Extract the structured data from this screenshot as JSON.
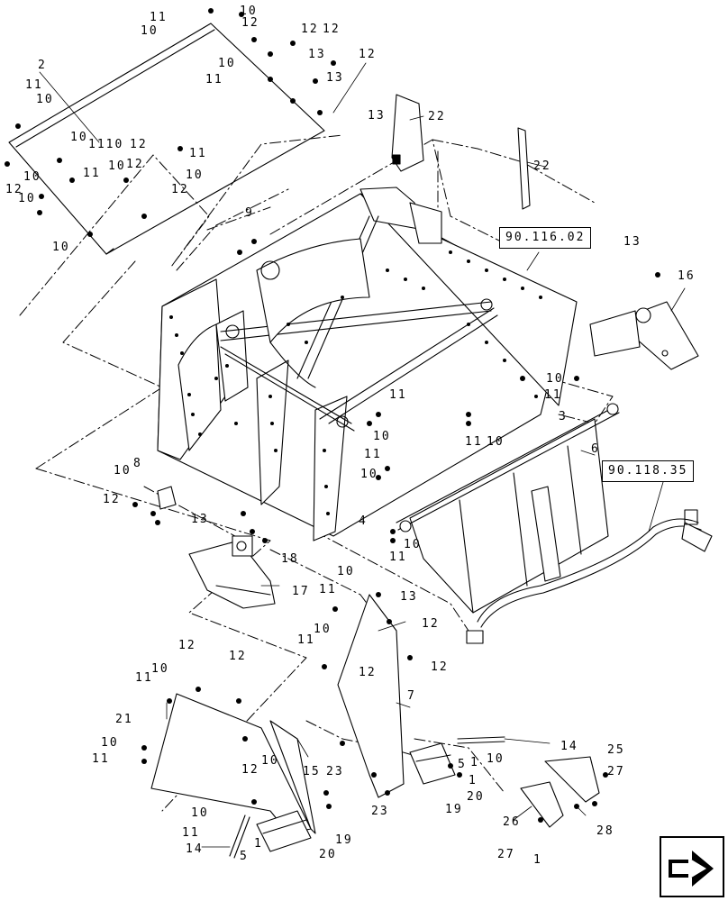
{
  "diagram": {
    "references": [
      {
        "text": "90.116.02"
      },
      {
        "text": "90.118.35"
      }
    ],
    "callouts": [
      {
        "text": "11"
      },
      {
        "text": "10"
      },
      {
        "text": "10"
      },
      {
        "text": "12"
      },
      {
        "text": "12"
      },
      {
        "text": "12"
      },
      {
        "text": "13"
      },
      {
        "text": "10"
      },
      {
        "text": "11"
      },
      {
        "text": "13"
      },
      {
        "text": "12"
      },
      {
        "text": "2"
      },
      {
        "text": "11"
      },
      {
        "text": "10"
      },
      {
        "text": "13"
      },
      {
        "text": "22"
      },
      {
        "text": "22"
      },
      {
        "text": "10"
      },
      {
        "text": "1110"
      },
      {
        "text": "12"
      },
      {
        "text": "11"
      },
      {
        "text": "10"
      },
      {
        "text": "12"
      },
      {
        "text": "10"
      },
      {
        "text": "12"
      },
      {
        "text": "10"
      },
      {
        "text": "9"
      },
      {
        "text": "13"
      },
      {
        "text": "16"
      },
      {
        "text": "10"
      },
      {
        "text": "11"
      },
      {
        "text": "3"
      },
      {
        "text": "11"
      },
      {
        "text": "10"
      },
      {
        "text": "11"
      },
      {
        "text": "10"
      },
      {
        "text": "11"
      },
      {
        "text": "10"
      },
      {
        "text": "6"
      },
      {
        "text": "10"
      },
      {
        "text": "8"
      },
      {
        "text": "12"
      },
      {
        "text": "13"
      },
      {
        "text": "4"
      },
      {
        "text": "11"
      },
      {
        "text": "10"
      },
      {
        "text": "18"
      },
      {
        "text": "17"
      },
      {
        "text": "11"
      },
      {
        "text": "10"
      },
      {
        "text": "13"
      },
      {
        "text": "11"
      },
      {
        "text": "10"
      },
      {
        "text": "12"
      },
      {
        "text": "12"
      },
      {
        "text": "12"
      },
      {
        "text": "12"
      },
      {
        "text": "11"
      },
      {
        "text": "10"
      },
      {
        "text": "7"
      },
      {
        "text": "21"
      },
      {
        "text": "14"
      },
      {
        "text": "10"
      },
      {
        "text": "11"
      },
      {
        "text": "12"
      },
      {
        "text": "10"
      },
      {
        "text": "25"
      },
      {
        "text": "27"
      },
      {
        "text": "5"
      },
      {
        "text": "1"
      },
      {
        "text": "15"
      },
      {
        "text": "23"
      },
      {
        "text": "10"
      },
      {
        "text": "20"
      },
      {
        "text": "1"
      },
      {
        "text": "19"
      },
      {
        "text": "23"
      },
      {
        "text": "26"
      },
      {
        "text": "28"
      },
      {
        "text": "10"
      },
      {
        "text": "11"
      },
      {
        "text": "14"
      },
      {
        "text": "5"
      },
      {
        "text": "1"
      },
      {
        "text": "19"
      },
      {
        "text": "20"
      },
      {
        "text": "27"
      },
      {
        "text": "1"
      },
      {
        "text": "12"
      },
      {
        "text": "11"
      },
      {
        "text": "10"
      },
      {
        "text": "12"
      },
      {
        "text": "10"
      }
    ]
  }
}
